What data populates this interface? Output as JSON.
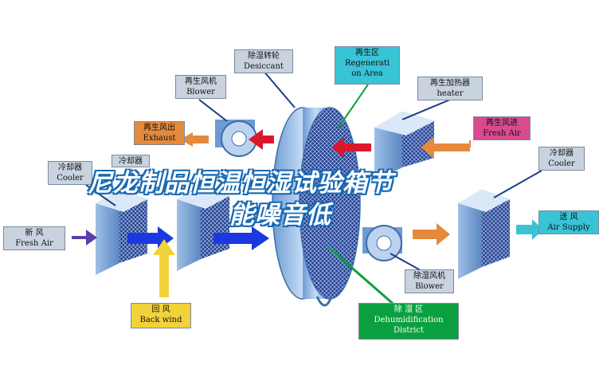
{
  "labels": {
    "desiccant": {
      "cn": "除湿转轮",
      "en": "Desiccant"
    },
    "regen_area": {
      "cn": "再生区",
      "en1": "Regenerati",
      "en2": "on Area"
    },
    "regen_blower": {
      "cn": "再生风机",
      "en": "Blower"
    },
    "regen_heater": {
      "cn": "再生加热器",
      "en": "heater"
    },
    "regen_exhaust": {
      "cn": "再生风出",
      "en": "Exhaust"
    },
    "regen_fresh": {
      "cn": "再生风进",
      "en": "Fresh Air"
    },
    "cooler_left": {
      "cn": "冷却器",
      "en": "Cooler"
    },
    "cooler_mid": {
      "cn": "冷却器"
    },
    "cooler_right": {
      "cn": "冷却器",
      "en": "Cooler"
    },
    "fresh_air": {
      "cn": "新    风",
      "en": "Fresh Air"
    },
    "air_supply": {
      "cn": "送  风",
      "en": "Air Supply"
    },
    "dehum_blower": {
      "cn": "除湿风机",
      "en": "Blower"
    },
    "back_wind": {
      "cn": "回    风",
      "en": "Back wind"
    },
    "dehum_district": {
      "cn": "除    湿    区",
      "en1": "Dehumidification",
      "en2": "District"
    }
  },
  "overlay": {
    "line1": "尼龙制品恒温恒湿试验箱节",
    "line2": "能噪音低"
  },
  "colors": {
    "gray": "#c9d3df",
    "orange": "#e58a3c",
    "pink": "#d94a8f",
    "cyan": "#39c3d6",
    "teal": "#2f8fb5",
    "yellow": "#f2d23a",
    "green": "#0aa03f",
    "overlay_stroke": "#1769b3"
  }
}
